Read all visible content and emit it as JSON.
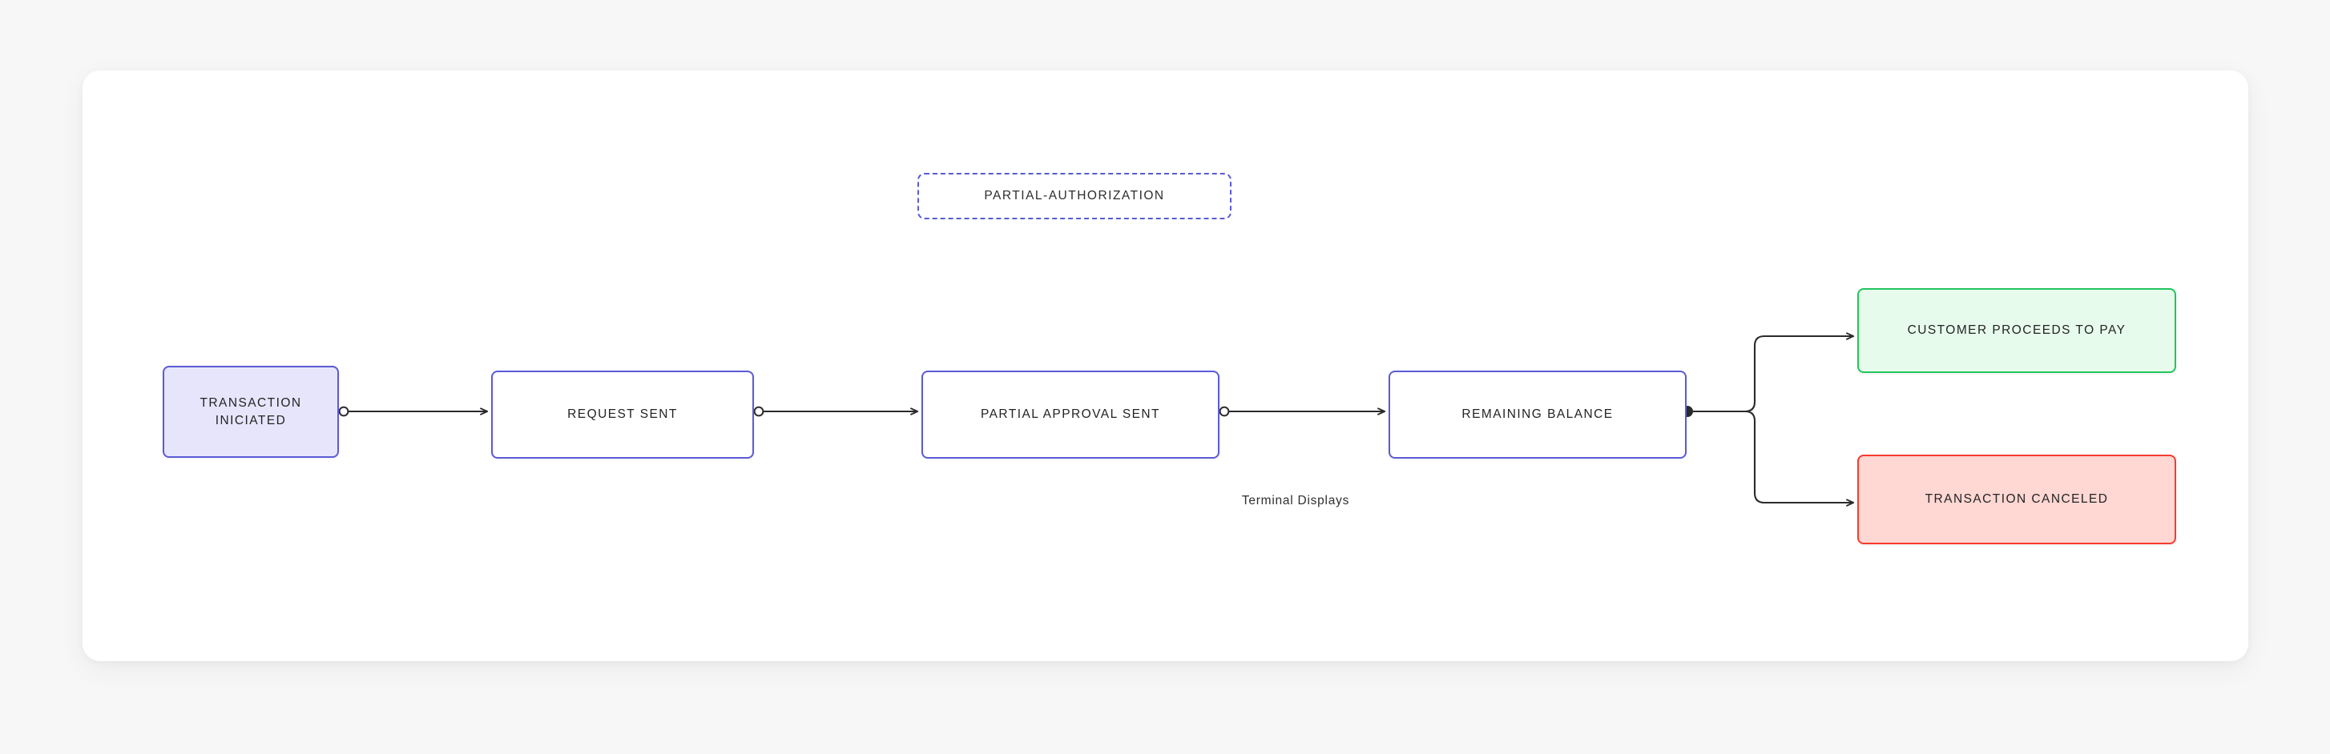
{
  "diagram": {
    "group_box": {
      "label": "PARTIAL-AUTHORIZATION",
      "style": "dashed",
      "border_color": "#5b5bd6"
    },
    "nodes": [
      {
        "id": "transaction-iniciated",
        "label": "TRANSACTION INICIATED",
        "fill": "#e7e5fb",
        "border": "#5b5bd6"
      },
      {
        "id": "request-sent",
        "label": "REQUEST SENT",
        "fill": "#ffffff",
        "border": "#5b5bd6"
      },
      {
        "id": "partial-approval-sent",
        "label": "PARTIAL APPROVAL SENT",
        "fill": "#ffffff",
        "border": "#5b5bd6"
      },
      {
        "id": "remaining-balance",
        "label": "REMAINING BALANCE",
        "fill": "#ffffff",
        "border": "#5b5bd6"
      },
      {
        "id": "customer-proceeds-to-pay",
        "label": "CUSTOMER PROCEEDS TO PAY",
        "fill": "#e7fbec",
        "border": "#22c55e"
      },
      {
        "id": "transaction-canceled",
        "label": "TRANSACTION CANCELED",
        "fill": "#ffd7d3",
        "border": "#f73b2e"
      }
    ],
    "edge_labels": [
      {
        "id": "terminal-displays",
        "text": "Terminal Displays"
      }
    ],
    "edges": [
      {
        "from": "transaction-iniciated",
        "to": "request-sent",
        "handle": "hollow-circle",
        "arrow": true
      },
      {
        "from": "request-sent",
        "to": "partial-approval-sent",
        "handle": "hollow-circle",
        "arrow": true
      },
      {
        "from": "partial-approval-sent",
        "to": "remaining-balance",
        "handle": "hollow-circle",
        "arrow": true
      },
      {
        "from": "remaining-balance",
        "to": "customer-proceeds-to-pay",
        "handle": "solid-dot",
        "arrow": true
      },
      {
        "from": "remaining-balance",
        "to": "transaction-canceled",
        "handle": "solid-dot",
        "arrow": true
      }
    ],
    "colors": {
      "page_background": "#f7f7f8",
      "canvas": "#ffffff",
      "edge_stroke": "#2b2b2b",
      "text": "#232323"
    }
  }
}
